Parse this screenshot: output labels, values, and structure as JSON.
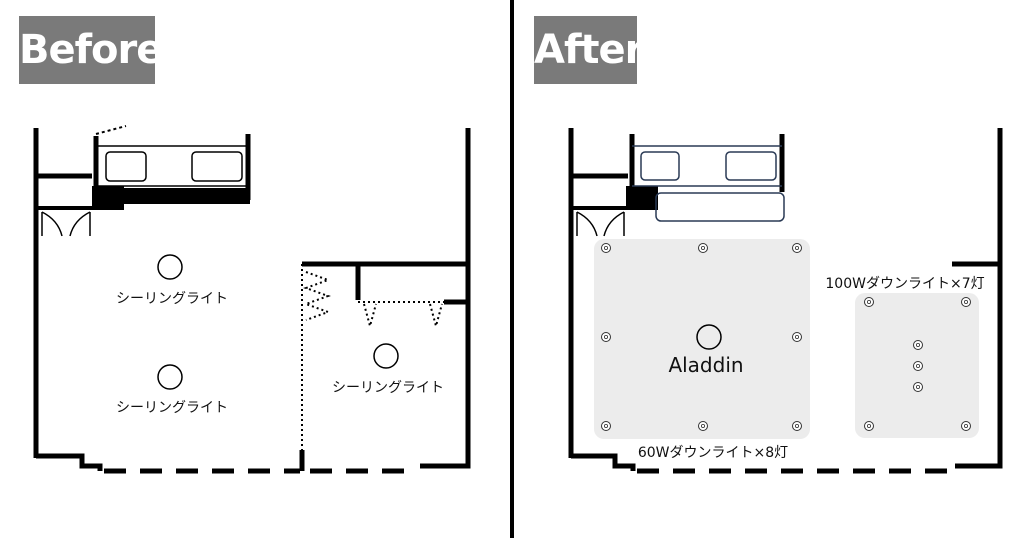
{
  "before": {
    "badge": "Before",
    "lights": [
      {
        "label": "シーリングライト"
      },
      {
        "label": "シーリングライト"
      },
      {
        "label": "シーリングライト"
      }
    ]
  },
  "after": {
    "badge": "After",
    "main_light_label": "Aladdin",
    "downlight_label_60w": "60Wダウンライト×8灯",
    "downlight_label_100w": "100Wダウンライト×7灯",
    "downlight_count_60w": 8,
    "downlight_count_100w": 7
  },
  "colors": {
    "badge_bg": "#7a7a7a",
    "wall": "#000000",
    "lit_zone": "#ececec"
  }
}
